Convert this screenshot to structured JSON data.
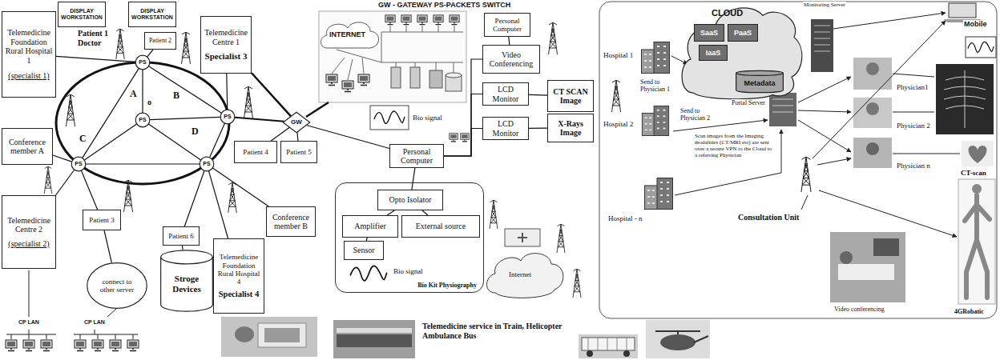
{
  "diagram": {
    "title": "GW - GATEWAY PS-PACKETS SWITCH",
    "nodes": [
      {
        "text": [
          "DISPLAY WORKSTATION"
        ]
      },
      {
        "text": [
          "DISPLAY WORKSTATION"
        ]
      },
      {
        "text": [
          "Telemedicine Foundation Rural Hospital 1",
          "(specialist 1)"
        ]
      },
      {
        "text": [
          "Patient 2"
        ]
      },
      {
        "text": [
          "Telemedicine Centre 1",
          "Specialist 3"
        ]
      },
      {
        "text": [
          "Conference member A"
        ]
      },
      {
        "text": [
          "PS"
        ]
      },
      {
        "text": [
          "PS"
        ]
      },
      {
        "text": [
          "PS"
        ]
      },
      {
        "text": [
          "PS"
        ]
      },
      {
        "text": [
          "PS"
        ]
      },
      {
        "text": [
          "GW"
        ]
      },
      {
        "text": [
          "Patient 4"
        ]
      },
      {
        "text": [
          "Patient 5"
        ]
      },
      {
        "text": [
          "Telemedicine Centre 2",
          "(specialist 2)"
        ]
      },
      {
        "text": [
          "Patient 3"
        ]
      },
      {
        "text": [
          "Conference member B"
        ]
      },
      {
        "text": [
          "Patient 6"
        ]
      },
      {
        "text": [
          "Telemedicine Foundation Rural Hospital 4",
          "Specialist 4"
        ]
      },
      {
        "text": [
          "connect to other server"
        ]
      },
      {
        "text": [
          "Stroge Devices"
        ]
      },
      {
        "text": [
          "Personal Computer"
        ]
      },
      {
        "text": [
          "Video Conferencing"
        ]
      },
      {
        "text": [
          "LCD Monitor"
        ]
      },
      {
        "text": [
          "CT SCAN Image"
        ]
      },
      {
        "text": [
          "LCD Monitor"
        ]
      },
      {
        "text": [
          "X-Rays Image"
        ]
      },
      {
        "text": [
          "Personal Computer"
        ]
      },
      {
        "text": [
          "Bio Kit Physiography"
        ]
      },
      {
        "text": [
          "Opto Isolator"
        ],
        "in": 28
      },
      {
        "text": [
          "Amplifier"
        ],
        "in": 28
      },
      {
        "text": [
          "External source"
        ],
        "in": 28
      },
      {
        "text": [
          "Sensor"
        ],
        "in": 28
      },
      {
        "text": [
          "CLOUD"
        ]
      },
      {
        "text": [
          "SaaS"
        ],
        "in": 33
      },
      {
        "text": [
          "PaaS"
        ],
        "in": 33
      },
      {
        "text": [
          "IaaS"
        ],
        "in": 33
      },
      {
        "text": [
          "Metadata"
        ],
        "in": 33
      }
    ],
    "edges": [
      {
        "from": 6,
        "to": 8,
        "arrow": "none"
      },
      {
        "from": 8,
        "to": 10,
        "arrow": "none"
      },
      {
        "from": 10,
        "to": 9,
        "arrow": "none"
      },
      {
        "from": 9,
        "to": 6,
        "arrow": "none"
      },
      {
        "from": 7,
        "to": 6,
        "arrow": "none"
      },
      {
        "from": 7,
        "to": 8,
        "arrow": "none"
      },
      {
        "from": 7,
        "to": 10,
        "arrow": "none"
      },
      {
        "from": 7,
        "to": 9,
        "arrow": "none"
      },
      {
        "from": 3,
        "to": 6,
        "arrow": "none"
      },
      {
        "from": 2,
        "to": 6,
        "arrow": "none"
      },
      {
        "from": 4,
        "to": 8,
        "arrow": "none"
      },
      {
        "from": 4,
        "to": 11,
        "arrow": "none"
      },
      {
        "from": 11,
        "to": 8,
        "arrow": "none"
      },
      {
        "from": 5,
        "to": 9,
        "arrow": "none"
      },
      {
        "from": 14,
        "to": 9,
        "arrow": "none"
      },
      {
        "from": 15,
        "to": 9,
        "arrow": "none"
      },
      {
        "from": 19,
        "to": 15,
        "arrow": "none"
      },
      {
        "from": 17,
        "to": 10,
        "arrow": "none"
      },
      {
        "from": 20,
        "to": 17,
        "arrow": "none"
      },
      {
        "from": 18,
        "to": 10,
        "arrow": "none"
      },
      {
        "from": 16,
        "to": 10,
        "arrow": "none"
      },
      {
        "from": 12,
        "to": 11,
        "arrow": "none"
      },
      {
        "from": 13,
        "to": 11,
        "arrow": "none"
      },
      {
        "from": 11,
        "to": 27,
        "arrow": "none"
      },
      {
        "from": 21,
        "to": 22,
        "arrow": "none"
      },
      {
        "from": 27,
        "to": 22,
        "arrow": "none"
      },
      {
        "from": 27,
        "to": 23,
        "arrow": "none"
      },
      {
        "from": 27,
        "to": 25,
        "arrow": "none"
      },
      {
        "from": 23,
        "to": 24,
        "arrow": "none"
      },
      {
        "from": 25,
        "to": 26,
        "arrow": "none"
      },
      {
        "from": 29,
        "to": 27,
        "arrow": "none"
      },
      {
        "from": 30,
        "to": 29,
        "arrow": "none"
      },
      {
        "from": 31,
        "to": 29,
        "arrow": "none"
      },
      {
        "from": 32,
        "to": 30,
        "arrow": "none"
      }
    ],
    "labels": [
      "Patient 1 Doctor",
      "A",
      "B",
      "C",
      "D",
      "o",
      "CP LAN",
      "CP LAN",
      "INTERNET",
      "Bio signal",
      "Bio signal",
      "Internet",
      "Telemedicine service in Train, Helicopter Ambulance Bus",
      "Hospital 1",
      "Hospital 2",
      "Hospital - n",
      "Send to Physician 1",
      "Send to Physician 2",
      "Scan images from the Imaging modalities (CT/MRI etc) are sent over a secure VPN to the Cloud to a referring Physician",
      "Monitoring Server",
      "Portal Server",
      "Mobile",
      "Physician1",
      "Physician 2",
      "Physician n",
      "CT-scan",
      "Consultation Unit",
      "Video conferencing",
      "4GRobatic"
    ]
  }
}
